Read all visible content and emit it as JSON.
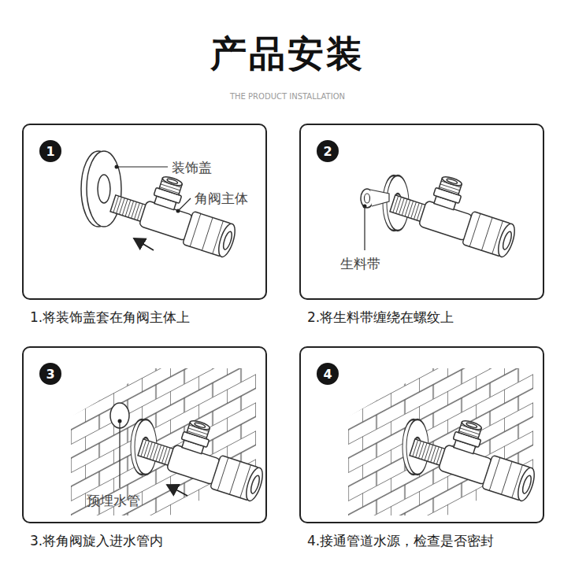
{
  "diagram": {
    "title": "产品安装",
    "nodes": [
      {
        "text": [
          "1.将装饰盖套在角阀主体上"
        ]
      },
      {
        "text": [
          "1"
        ],
        "in": 0
      },
      {
        "text": [
          "2.将生料带缠绕在螺纹上"
        ]
      },
      {
        "text": [
          "2"
        ],
        "in": 2
      },
      {
        "text": [
          "3.将角阀旋入进水管内"
        ]
      },
      {
        "text": [
          "3"
        ],
        "in": 4
      },
      {
        "text": [
          "4.接通管道水源，检查是否密封"
        ]
      },
      {
        "text": [
          "4"
        ],
        "in": 6
      }
    ],
    "labels": [
      "THE PRODUCT INSTALLATION",
      "装饰盖",
      "角阀主体",
      "生料带",
      "预埋水管"
    ]
  }
}
